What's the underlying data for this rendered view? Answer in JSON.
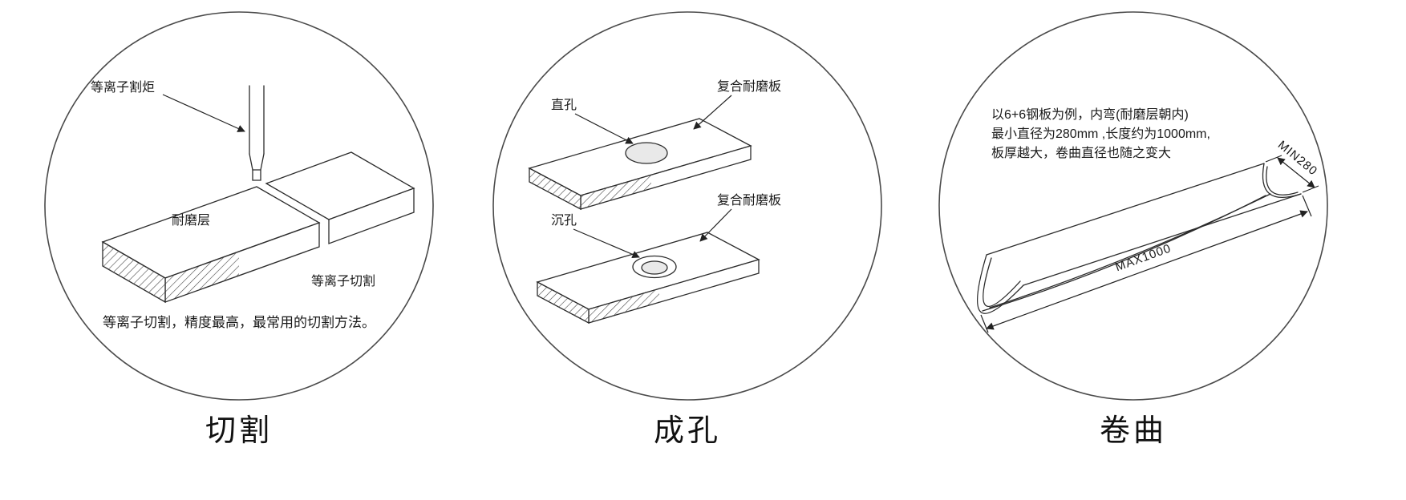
{
  "figure": {
    "panels": [
      {
        "caption": "切割",
        "labels": {
          "torch": "等离子割炬",
          "wear_layer": "耐磨层",
          "plasma_cutting": "等离子切割",
          "note": "等离子切割，精度最高，最常用的切割方法。"
        }
      },
      {
        "caption": "成孔",
        "labels": {
          "straight_hole": "直孔",
          "plate_top": "复合耐磨板",
          "countersunk_hole": "沉孔",
          "plate_bottom": "复合耐磨板"
        }
      },
      {
        "caption": "卷曲",
        "labels": {
          "note_line1": "以6+6钢板为例，内弯(耐磨层朝内)",
          "note_line2": "最小直径为280mm ,长度约为1000mm,",
          "note_line3": "板厚越大，卷曲直径也随之变大",
          "dim_min": "MIN280",
          "dim_max": "MAX1000"
        }
      }
    ]
  }
}
